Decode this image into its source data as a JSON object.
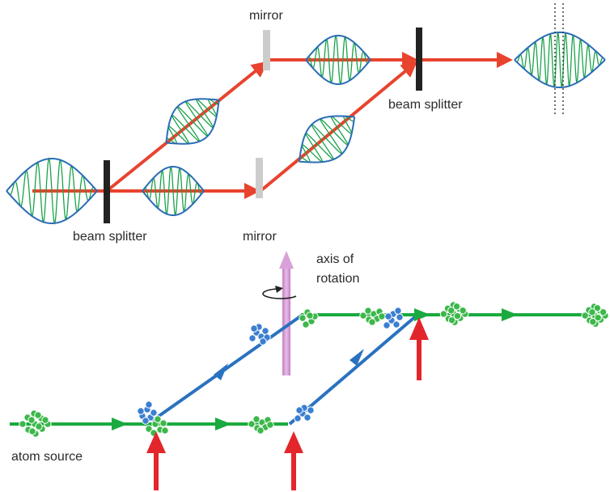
{
  "labels": {
    "mirror_top": "mirror",
    "mirror_bottom": "mirror",
    "beam_splitter_left": "beam splitter",
    "beam_splitter_right": "beam splitter",
    "axis_line1": "axis of",
    "axis_line2": "rotation",
    "atom_source": "atom source"
  },
  "colors": {
    "laser_beam": "#e8432e",
    "wave_envelope": "#2a6db5",
    "wave_oscillation": "#1aa24a",
    "mirror": "#cccccc",
    "beam_splitter": "#222222",
    "atom_path_green": "#1aaa3f",
    "atom_path_blue": "#2a72c0",
    "atom_green": "#3cb84a",
    "atom_blue": "#3b7fd0",
    "rotation_axis": "#d9a0d9",
    "laser_pulse_arrow": "#e3262b"
  },
  "icons": [
    "rotation-arrow-icon",
    "laser-pulse-arrow-icon"
  ]
}
